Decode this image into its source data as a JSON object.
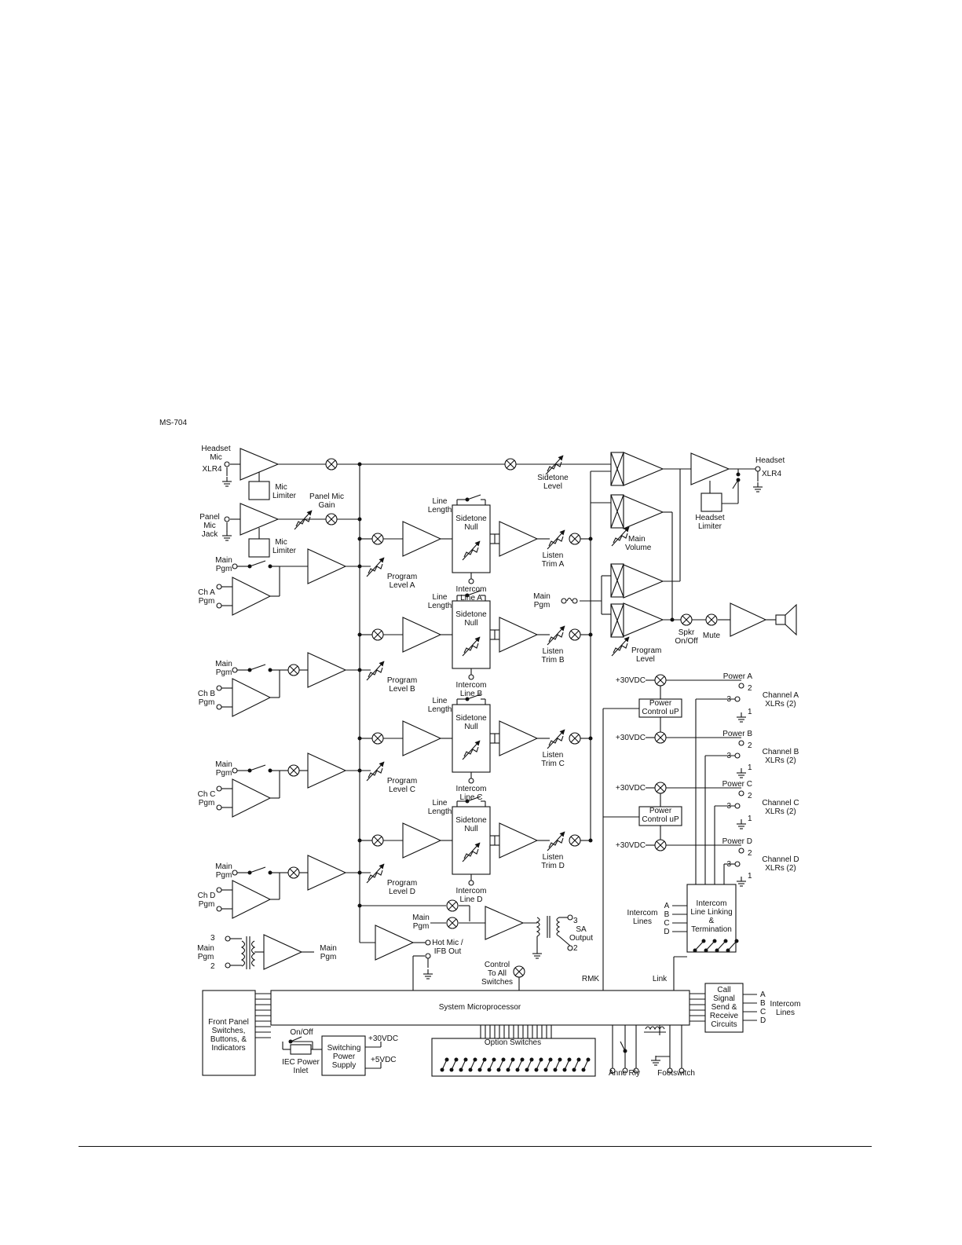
{
  "diagram_id": "MS-704",
  "labels": {
    "headset_mic": [
      "Headset",
      "Mic",
      "XLR4"
    ],
    "mic_limiter": [
      "Mic",
      "Limiter"
    ],
    "panel_mic_gain": [
      "Panel Mic",
      "Gain"
    ],
    "panel_mic_jack": [
      "Panel",
      "Mic",
      "Jack"
    ],
    "sidetone_level": [
      "Sidetone",
      "Level"
    ],
    "headset_out": [
      "Headset",
      "XLR4"
    ],
    "headset_limiter": [
      "Headset",
      "Limiter"
    ],
    "main_volume": [
      "Main",
      "Volume"
    ],
    "program_level": [
      "Program",
      "Level"
    ],
    "main_pgm": [
      "Main",
      "Pgm"
    ],
    "spkr_onoff": [
      "Spkr",
      "On/Off"
    ],
    "mute": "Mute",
    "line_length": [
      "Line",
      "Length"
    ],
    "sidetone_null": [
      "Sidetone",
      "Null"
    ],
    "channels": [
      {
        "ch": [
          "Ch A",
          "Pgm"
        ],
        "prog": [
          "Program",
          "Level A"
        ],
        "icl": [
          "Intercom",
          "Line A"
        ],
        "trim": [
          "Listen",
          "Trim A"
        ]
      },
      {
        "ch": [
          "Ch B",
          "Pgm"
        ],
        "prog": [
          "Program",
          "Level B"
        ],
        "icl": [
          "Intercom",
          "Line B"
        ],
        "trim": [
          "Listen",
          "Trim B"
        ]
      },
      {
        "ch": [
          "Ch C",
          "Pgm"
        ],
        "prog": [
          "Program",
          "Level C"
        ],
        "icl": [
          "Intercom",
          "Line C"
        ],
        "trim": [
          "Listen",
          "Trim C"
        ]
      },
      {
        "ch": [
          "Ch D",
          "Pgm"
        ],
        "prog": [
          "Program",
          "Level D"
        ],
        "icl": [
          "Intercom",
          "Line D"
        ],
        "trim": [
          "Listen",
          "Trim D"
        ]
      }
    ],
    "power": {
      "v30": "+30VDC",
      "control": [
        "Power",
        "Control uP"
      ],
      "rails": [
        "Power A",
        "Power B",
        "Power C",
        "Power D"
      ],
      "xlrs": [
        [
          "Channel A",
          "XLRs (2)"
        ],
        [
          "Channel B",
          "XLRs (2)"
        ],
        [
          "Channel C",
          "XLRs (2)"
        ],
        [
          "Channel D",
          "XLRs (2)"
        ]
      ],
      "pins": [
        "2",
        "3",
        "1"
      ]
    },
    "intercom_lines": [
      "Intercom",
      "Lines"
    ],
    "abcd": [
      "A",
      "B",
      "C",
      "D"
    ],
    "icl_linking": [
      "Intercom",
      "Line Linking",
      "&",
      "Termination"
    ],
    "sa_output": [
      "SA",
      "Output"
    ],
    "sa_pins": [
      "3",
      "2"
    ],
    "main_pgm_in_pins": [
      "3",
      "2"
    ],
    "hot_mic": [
      "Hot Mic /",
      "IFB Out"
    ],
    "control_all": [
      "Control",
      "To All",
      "Switches"
    ],
    "rmk": "RMK",
    "link": "Link",
    "system_mp": "System Microprocessor",
    "front_panel": [
      "Front Panel",
      "Switches,",
      "Buttons, &",
      "Indicators"
    ],
    "on_off": "On/Off",
    "iec": [
      "IEC Power",
      "Inlet"
    ],
    "switching_ps": [
      "Switching",
      "Power",
      "Supply"
    ],
    "v5": "+5VDC",
    "option_switches": "Option Switches",
    "annc_rly": "Annc Rly",
    "footswitch": "Footswitch",
    "call_signal": [
      "Call",
      "Signal",
      "Send &",
      "Receive",
      "Circuits"
    ]
  }
}
